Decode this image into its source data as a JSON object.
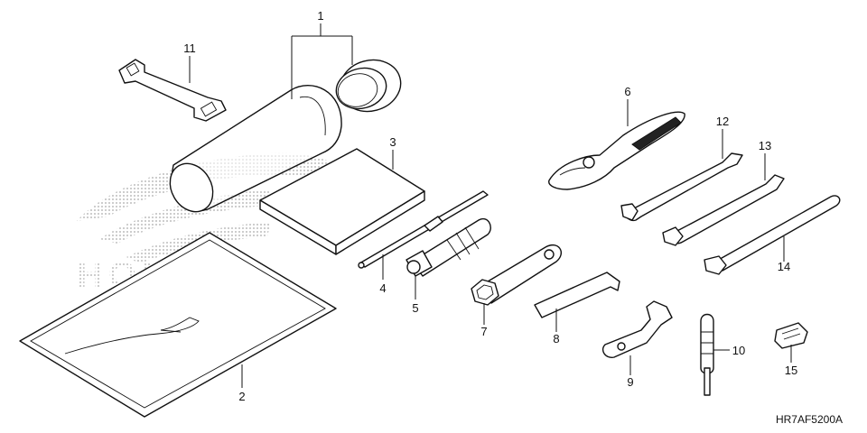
{
  "diagram": {
    "drawing_code": "HR7AF5200A",
    "watermark": "HONDA",
    "callouts": [
      "1",
      "2",
      "3",
      "4",
      "5",
      "6",
      "7",
      "8",
      "9",
      "10",
      "11",
      "12",
      "13",
      "14",
      "15"
    ]
  }
}
